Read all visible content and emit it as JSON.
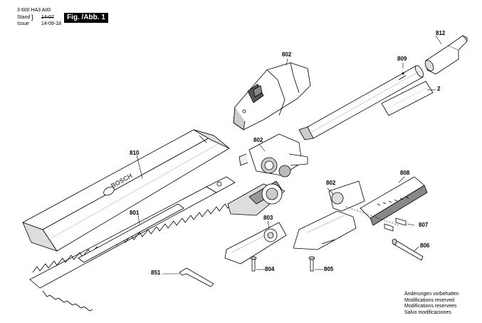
{
  "header": {
    "code": "3 600 HA3 A00",
    "stand_label": "Stand",
    "issue_label": "Issue",
    "stand_value": "14-07",
    "issue_value": "14-09-18",
    "figure_label": "Fig. /Abb. 1"
  },
  "parts": {
    "p812": "812",
    "p802_top": "802",
    "p809": "809",
    "p2": "2",
    "p810": "810",
    "p802_mid": "802",
    "p808": "808",
    "p802_right": "802",
    "p801": "801",
    "p803": "803",
    "p807": "807",
    "p806": "806",
    "p851": "851",
    "p804": "804",
    "p805": "805"
  },
  "blade_brand": "BOSCH",
  "notice": [
    "Änderungen vorbehalten",
    "Modifications reserved",
    "Modifications reservees",
    "Salvo modificaciones"
  ],
  "colors": {
    "line": "#000000",
    "part_fill": "#ffffff",
    "part_shade": "#d9d9d9",
    "dark_shade": "#555555"
  }
}
